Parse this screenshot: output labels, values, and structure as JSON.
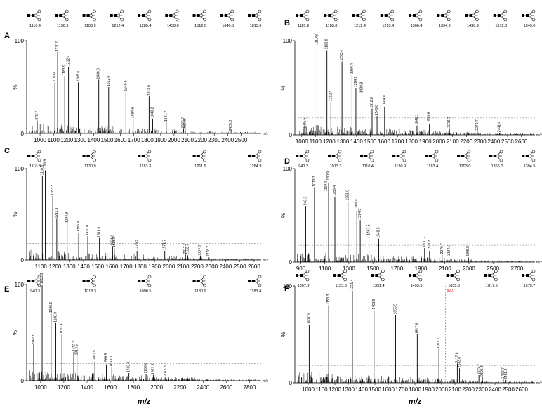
{
  "chart_data": [
    {
      "panel": "A",
      "type": "bar",
      "ylabel": "%",
      "ytick_100": "100",
      "ytick_0": "0",
      "xunit": "m/z",
      "xlim": [
        900,
        2650
      ],
      "ylim": [
        0,
        100
      ],
      "xticks": [
        "1000",
        "1100",
        "1200",
        "1300",
        "1400",
        "1500",
        "1600",
        "1700",
        "1800",
        "1900",
        "2000",
        "2100",
        "2200",
        "2300",
        "2400",
        "2500"
      ],
      "peaks": [
        {
          "x": 978.7,
          "y": 14,
          "label": "978.7"
        },
        {
          "x": 1110.4,
          "y": 55,
          "label": "1110.4"
        },
        {
          "x": 1130.9,
          "y": 88,
          "label": "1130.9"
        },
        {
          "x": 1183.9,
          "y": 62,
          "label": "1183.9"
        },
        {
          "x": 1212.4,
          "y": 72,
          "label": "1212.4"
        },
        {
          "x": 1285.4,
          "y": 55,
          "label": "1285.4"
        },
        {
          "x": 1438.0,
          "y": 58,
          "label": "1438.0"
        },
        {
          "x": 1512.0,
          "y": 50,
          "label": "1512.0"
        },
        {
          "x": 1640.5,
          "y": 45,
          "label": "1640.5"
        },
        {
          "x": 1813.6,
          "y": 40,
          "label": "1813.6"
        },
        {
          "x": 1694.6,
          "y": 16,
          "label": "1694.6"
        },
        {
          "x": 1840.2,
          "y": 16,
          "label": "1840.2"
        },
        {
          "x": 1941.7,
          "y": 12,
          "label": "1941.7"
        },
        {
          "x": 2070.7,
          "y": 5,
          "label": "2070.7"
        },
        {
          "x": 2080.8,
          "y": 3,
          "label": "2080.8"
        },
        {
          "x": 2425.8,
          "y": 2,
          "label": "2425.8"
        }
      ],
      "top_labels": [
        "1110.4",
        "1130.9",
        "1183.9",
        "1212.4",
        "1285.4",
        "1438.0",
        "1512.0",
        "1640.5",
        "1813.6"
      ]
    },
    {
      "panel": "B",
      "type": "bar",
      "ylabel": "%",
      "ytick_100": "100",
      "ytick_0": "0",
      "xunit": "m/z",
      "xlim": [
        950,
        2700
      ],
      "ylim": [
        0,
        100
      ],
      "xticks": [
        "1000",
        "1100",
        "1200",
        "1300",
        "1400",
        "1500",
        "1600",
        "1700",
        "1800",
        "1900",
        "2000",
        "2100",
        "2200",
        "2300",
        "2400",
        "2500",
        "2600"
      ],
      "peaks": [
        {
          "x": 1025.5,
          "y": 6,
          "label": "1025.5"
        },
        {
          "x": 1110.8,
          "y": 95,
          "label": "1110.8"
        },
        {
          "x": 1183.8,
          "y": 90,
          "label": "1183.8"
        },
        {
          "x": 1212.4,
          "y": 35,
          "label": "1212.4"
        },
        {
          "x": 1293.4,
          "y": 78,
          "label": "1293.4"
        },
        {
          "x": 1366.4,
          "y": 64,
          "label": "1366.4"
        },
        {
          "x": 1394.9,
          "y": 50,
          "label": "1394.9"
        },
        {
          "x": 1438.9,
          "y": 44,
          "label": "1438.9"
        },
        {
          "x": 1512.8,
          "y": 28,
          "label": "1512.8"
        },
        {
          "x": 1549.0,
          "y": 20,
          "label": "1549.0"
        },
        {
          "x": 1604.0,
          "y": 30,
          "label": "1604.0"
        },
        {
          "x": 1840.1,
          "y": 10,
          "label": "1840.1"
        },
        {
          "x": 1930.6,
          "y": 12,
          "label": "1930.6"
        },
        {
          "x": 2076.7,
          "y": 7,
          "label": "2076.7"
        },
        {
          "x": 2279.7,
          "y": 4,
          "label": "2279.7"
        },
        {
          "x": 2441.4,
          "y": 2,
          "label": "2441.4"
        }
      ],
      "top_labels": [
        "1110.8",
        "1183.8",
        "1212.4",
        "1293.4",
        "1366.4",
        "1394.9",
        "1438.9",
        "1512.0",
        "1549.0"
      ]
    },
    {
      "panel": "C",
      "type": "bar",
      "ylabel": "%",
      "ytick_100": "100",
      "ytick_0": "0",
      "xunit": "m/z",
      "xlim": [
        1000,
        2650
      ],
      "ylim": [
        0,
        100
      ],
      "xticks": [
        "1100",
        "1200",
        "1300",
        "1400",
        "1500",
        "1600",
        "1700",
        "1800",
        "1900",
        "2000",
        "2100",
        "2200",
        "2300",
        "2400",
        "2500",
        "2600"
      ],
      "peaks": [
        {
          "x": 1110.3,
          "y": 92,
          "label": "1110.3"
        },
        {
          "x": 1130.9,
          "y": 98,
          "label": "1130.9"
        },
        {
          "x": 1183.3,
          "y": 70,
          "label": "1183.3"
        },
        {
          "x": 1211.9,
          "y": 45,
          "label": "1211.9"
        },
        {
          "x": 1284.9,
          "y": 40,
          "label": "1284.9"
        },
        {
          "x": 1365.9,
          "y": 30,
          "label": "1365.9"
        },
        {
          "x": 1430.0,
          "y": 26,
          "label": "1430.0"
        },
        {
          "x": 1511.9,
          "y": 24,
          "label": "1511.9"
        },
        {
          "x": 1604.6,
          "y": 15,
          "label": "1604.6"
        },
        {
          "x": 1616.5,
          "y": 13,
          "label": "1616.5"
        },
        {
          "x": 1776.5,
          "y": 10,
          "label": "1776.5"
        },
        {
          "x": 1971.7,
          "y": 10,
          "label": "1971.7"
        },
        {
          "x": 2117.7,
          "y": 6,
          "label": "2117.7"
        },
        {
          "x": 2133.7,
          "y": 5,
          "label": "2133.7"
        },
        {
          "x": 2222.7,
          "y": 4,
          "label": "2222.7"
        },
        {
          "x": 2278.7,
          "y": 3,
          "label": "2278.7"
        }
      ],
      "top_labels": [
        "1110.3",
        "1130.9",
        "1183.3",
        "1211.9",
        "1284.9"
      ]
    },
    {
      "panel": "D",
      "type": "bar",
      "ylabel": "%",
      "ytick_100": "100",
      "ytick_0": "0",
      "xunit": "m/z",
      "xlim": [
        850,
        2850
      ],
      "ylim": [
        0,
        100
      ],
      "xticks": [
        "900",
        "1100",
        "1300",
        "1500",
        "1700",
        "1900",
        "2100",
        "2300",
        "2500",
        "2700"
      ],
      "peaks": [
        {
          "x": 940.3,
          "y": 60,
          "label": "940.3"
        },
        {
          "x": 1013.3,
          "y": 80,
          "label": "1013.3"
        },
        {
          "x": 1110.4,
          "y": 75,
          "label": "1110.4"
        },
        {
          "x": 1130.9,
          "y": 85,
          "label": "1130.9"
        },
        {
          "x": 1183.4,
          "y": 70,
          "label": "1183.4"
        },
        {
          "x": 1293.0,
          "y": 65,
          "label": "1293.0"
        },
        {
          "x": 1366.0,
          "y": 55,
          "label": "1366.0"
        },
        {
          "x": 1394.5,
          "y": 45,
          "label": "1394.5"
        },
        {
          "x": 1467.5,
          "y": 28,
          "label": "1467.5"
        },
        {
          "x": 1548.5,
          "y": 25,
          "label": "1548.5"
        },
        {
          "x": 1930.7,
          "y": 15,
          "label": "1930.7"
        },
        {
          "x": 1971.8,
          "y": 12,
          "label": "1971.8"
        },
        {
          "x": 2076.7,
          "y": 8,
          "label": "2076.7"
        },
        {
          "x": 2133.7,
          "y": 6,
          "label": "2133.7"
        },
        {
          "x": 2295.8,
          "y": 5,
          "label": "2295.8"
        }
      ],
      "top_labels": [
        "940.3",
        "1013.3",
        "1110.4",
        "1130.9",
        "1183.4",
        "1293.0",
        "1366.0",
        "1394.5"
      ]
    },
    {
      "panel": "E",
      "type": "bar",
      "ylabel": "%",
      "ytick_100": "100",
      "ytick_0": "0",
      "xunit": "m/z",
      "xlim": [
        880,
        2900
      ],
      "ylim": [
        0,
        100
      ],
      "xticks": [
        "1000",
        "1200",
        "1400",
        "1600",
        "1800",
        "2000",
        "2200",
        "2400",
        "2600",
        "2800"
      ],
      "peaks": [
        {
          "x": 940.3,
          "y": 38,
          "label": "940.3"
        },
        {
          "x": 1013.3,
          "y": 100,
          "label": "1013.3"
        },
        {
          "x": 1090.5,
          "y": 70,
          "label": "1090.5"
        },
        {
          "x": 1130.9,
          "y": 60,
          "label": "1130.9"
        },
        {
          "x": 1183.4,
          "y": 48,
          "label": "1183.4"
        },
        {
          "x": 1285.5,
          "y": 30,
          "label": "1285.5"
        },
        {
          "x": 1313.5,
          "y": 26,
          "label": "1313.5"
        },
        {
          "x": 1467.5,
          "y": 20,
          "label": "1467.5"
        },
        {
          "x": 1566.5,
          "y": 17,
          "label": "1566.5"
        },
        {
          "x": 1613.1,
          "y": 14,
          "label": "1613.1"
        },
        {
          "x": 1760.8,
          "y": 8,
          "label": "1760.8"
        },
        {
          "x": 1908.6,
          "y": 7,
          "label": "1908.6"
        },
        {
          "x": 1971.8,
          "y": 6,
          "label": "1971.8"
        },
        {
          "x": 2076.8,
          "y": 4,
          "label": "2076.8"
        }
      ],
      "top_labels": [
        "940.3",
        "1013.3",
        "1090.5",
        "1130.9",
        "1183.4"
      ]
    },
    {
      "panel": "F",
      "type": "bar",
      "ylabel": "%",
      "ytick_100": "100",
      "ytick_0": "0",
      "xunit": "m/z",
      "xlim": [
        900,
        2700
      ],
      "ylim": [
        0,
        100
      ],
      "xticks": [
        "1000",
        "1100",
        "1200",
        "1300",
        "1400",
        "1500",
        "1600",
        "1700",
        "1800",
        "1900",
        "2000",
        "2100",
        "2200",
        "2300",
        "2400",
        "2500",
        "2600"
      ],
      "peaks": [
        {
          "x": 1007.3,
          "y": 60,
          "label": "1007.3"
        },
        {
          "x": 1153.3,
          "y": 80,
          "label": "1153.3"
        },
        {
          "x": 1331.4,
          "y": 95,
          "label": "1331.4"
        },
        {
          "x": 1493.5,
          "y": 75,
          "label": "1493.5"
        },
        {
          "x": 1655.5,
          "y": 70,
          "label": "1655.5"
        },
        {
          "x": 1817.6,
          "y": 50,
          "label": "1817.6"
        },
        {
          "x": 1979.7,
          "y": 35,
          "label": "1979.7"
        },
        {
          "x": 2117.8,
          "y": 20,
          "label": "2117.8"
        },
        {
          "x": 2133.8,
          "y": 15,
          "label": "2133.8"
        },
        {
          "x": 2279.7,
          "y": 8,
          "label": "2279.7"
        },
        {
          "x": 2305.8,
          "y": 6,
          "label": "2305.8"
        },
        {
          "x": 2462.7,
          "y": 4,
          "label": "2462.7"
        },
        {
          "x": 2482.9,
          "y": 3,
          "label": "2482.9"
        }
      ],
      "top_labels": [
        "1007.3",
        "1153.3",
        "1331.4",
        "1493.5",
        "1655.5",
        "1817.6",
        "1979.7"
      ],
      "red_label": "x20",
      "x_axis_title": "m/z"
    }
  ],
  "e_axis_title": "m/z",
  "colors": {
    "line": "#000000",
    "dash": "#555555",
    "red": "#d00000"
  }
}
